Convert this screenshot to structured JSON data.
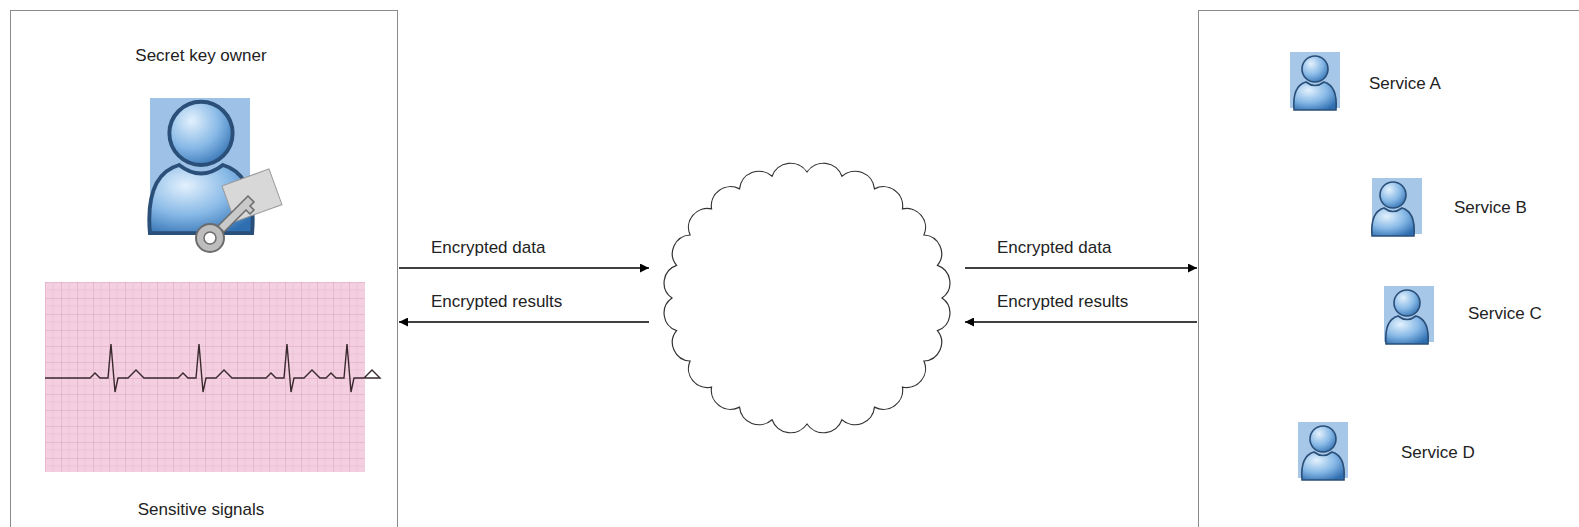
{
  "diagram": {
    "nodes": [
      {
        "text": [
          "Secret key owner",
          "Sensitive signals"
        ]
      },
      {
        "text": []
      },
      {
        "text": [
          "Service A",
          "Service B",
          "Service C",
          "Service D"
        ]
      }
    ],
    "edges": [
      {
        "from": 0,
        "to": 1,
        "arrow": "to",
        "label": "Encrypted data"
      },
      {
        "from": 1,
        "to": 0,
        "arrow": "to",
        "label": "Encrypted results"
      },
      {
        "from": 1,
        "to": 2,
        "arrow": "to",
        "label": "Encrypted data"
      },
      {
        "from": 2,
        "to": 1,
        "arrow": "to",
        "label": "Encrypted results"
      }
    ]
  }
}
